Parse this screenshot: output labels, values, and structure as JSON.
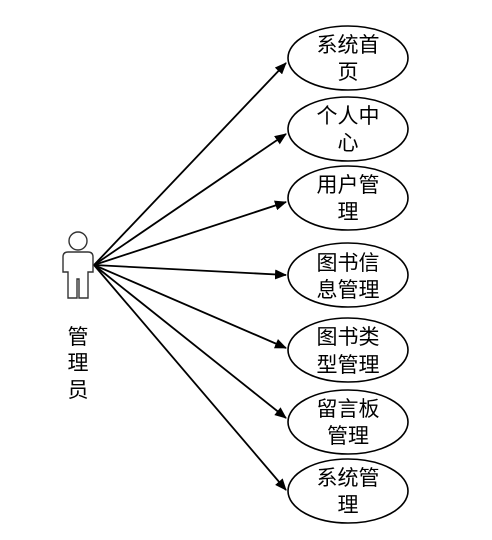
{
  "actor": {
    "name_lines": [
      "管",
      "理",
      "员"
    ],
    "icon": "stick-figure-actor-icon"
  },
  "use_cases": [
    {
      "lines": [
        "系统首",
        "页"
      ]
    },
    {
      "lines": [
        "个人中",
        "心"
      ]
    },
    {
      "lines": [
        "用户管",
        "理"
      ]
    },
    {
      "lines": [
        "图书信",
        "息管理"
      ]
    },
    {
      "lines": [
        "图书类",
        "型管理"
      ]
    },
    {
      "lines": [
        "留言板",
        "管理"
      ]
    },
    {
      "lines": [
        "系统管",
        "理"
      ]
    }
  ]
}
